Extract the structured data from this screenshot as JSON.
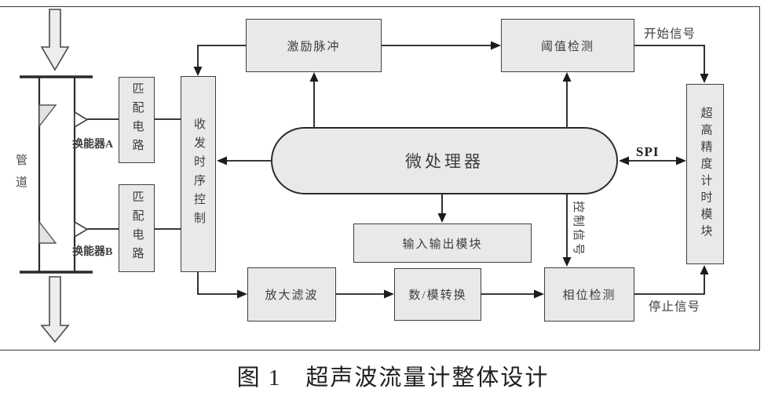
{
  "caption": "图 1　超声波流量计整体设计",
  "pipe": {
    "label": "管道",
    "transducer_a": "换能器A",
    "transducer_b": "换能器B"
  },
  "blocks": {
    "excitation": "激励脉冲",
    "threshold": "阈值检测",
    "mcu": "微处理器",
    "timing_control": "收发时序控制",
    "matching_a": "匹配电路",
    "matching_b": "匹配电路",
    "io_module": "输入输出模块",
    "amplify_filter": "放大滤波",
    "da_convert": "数/模转换",
    "phase_detect": "相位检测",
    "timer_module": "超高精度计时模块"
  },
  "signals": {
    "spi": "SPI",
    "start": "开始信号",
    "stop": "停止信号",
    "control": "控制信号"
  },
  "colors": {
    "block_fill": "#e9e9e9",
    "block_border": "#3f3f3f",
    "line": "#1c1c1c"
  }
}
